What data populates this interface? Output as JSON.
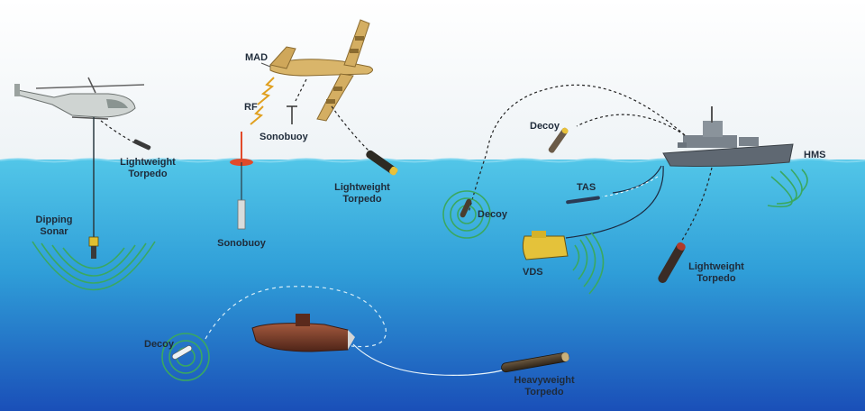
{
  "labels": {
    "mad": "MAD",
    "rf": "RF",
    "sonobuoy_air": "Sonobuoy",
    "sonobuoy_water": "Sonobuoy",
    "lw_torpedo_heli": [
      "Lightweight",
      "Torpedo"
    ],
    "lw_torpedo_plane": [
      "Lightweight",
      "Torpedo"
    ],
    "lw_torpedo_ship": [
      "Lightweight",
      "Torpedo"
    ],
    "dipping_sonar": [
      "Dipping",
      "Sonar"
    ],
    "decoy_air": "Decoy",
    "decoy_water": "Decoy",
    "decoy_deep": "Decoy",
    "tas": "TAS",
    "vds": "VDS",
    "hms": "HMS",
    "heavyweight_torpedo": [
      "Heavyweight",
      "Torpedo"
    ]
  },
  "colors": {
    "sky": "#f4f7f9",
    "water_top": "#4ec3e6",
    "water_bottom": "#1a4fb8",
    "sonar_wave": "#33a060",
    "torpedo_yellow": "#e8c13a",
    "aircraft": "#d7b36c",
    "ship": "#5d6670",
    "submarine": "#7a3a28"
  },
  "icons": [
    "helicopter-icon",
    "maritime-patrol-aircraft-icon",
    "frigate-icon",
    "submarine-icon",
    "torpedo-icon",
    "sonobuoy-icon",
    "decoy-icon",
    "vds-towed-body-icon"
  ]
}
